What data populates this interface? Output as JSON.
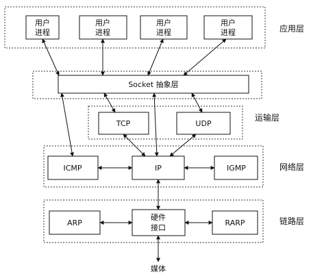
{
  "layers": {
    "application": "应用层",
    "transport": "运输层",
    "network": "网络层",
    "link": "链路层"
  },
  "app": {
    "process1": {
      "line1": "用户",
      "line2": "进程"
    },
    "process2": {
      "line1": "用户",
      "line2": "进程"
    },
    "process3": {
      "line1": "用户",
      "line2": "进程"
    },
    "process4": {
      "line1": "用户",
      "line2": "进程"
    }
  },
  "socket": {
    "label": "Socket 抽象层"
  },
  "transport": {
    "tcp": "TCP",
    "udp": "UDP"
  },
  "network": {
    "icmp": "ICMP",
    "ip": "IP",
    "igmp": "IGMP"
  },
  "link": {
    "arp": "ARP",
    "hw_line1": "硬件",
    "hw_line2": "接口",
    "rarp": "RARP"
  },
  "media": {
    "label": "媒体"
  }
}
